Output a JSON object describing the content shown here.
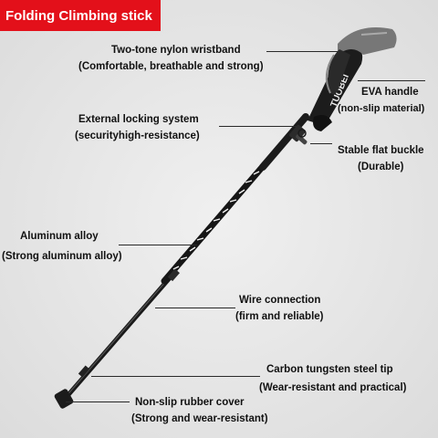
{
  "banner": {
    "title": "Folding Climbing stick",
    "bg_color": "#e3101a"
  },
  "handle_text": "TUOBEI",
  "callouts": {
    "wristband": {
      "title": "Two-tone nylon wristband",
      "desc": "(Comfortable, breathable and strong)"
    },
    "eva_handle": {
      "title": "EVA handle",
      "desc": "(non-slip material)"
    },
    "locking": {
      "title": "External locking system",
      "desc": "(securityhigh-resistance)"
    },
    "buckle": {
      "title": "Stable flat buckle",
      "desc": "(Durable)"
    },
    "aluminum": {
      "title": "Aluminum alloy",
      "desc": "(Strong aluminum alloy)"
    },
    "wire": {
      "title": "Wire connection",
      "desc": "(firm and reliable)"
    },
    "tip": {
      "title": "Carbon tungsten steel tip",
      "desc": "(Wear-resistant and practical)"
    },
    "rubber": {
      "title": "Non-slip rubber cover",
      "desc": "(Strong and wear-resistant)"
    }
  }
}
